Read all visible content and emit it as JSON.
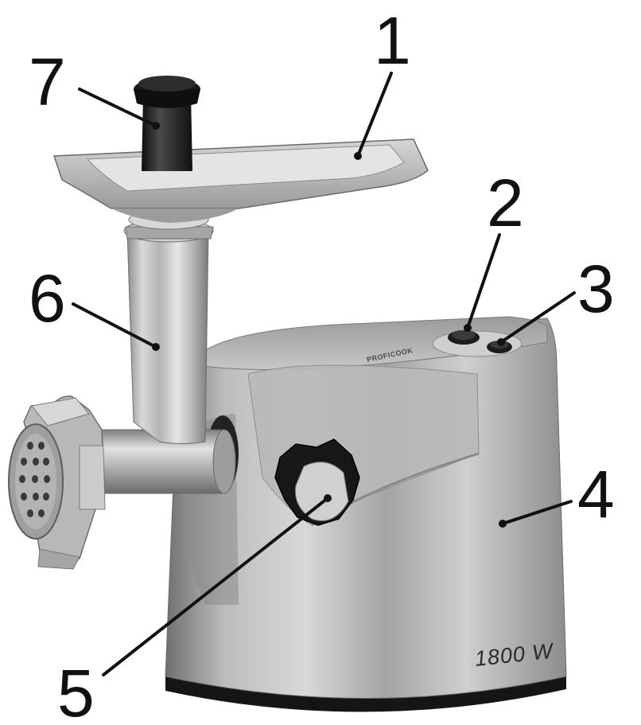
{
  "diagram": {
    "device_label": {
      "rating": "1800 W",
      "brand": "PROFICOOK"
    },
    "callouts": [
      {
        "id": "1",
        "number": "1"
      },
      {
        "id": "2",
        "number": "2"
      },
      {
        "id": "3",
        "number": "3"
      },
      {
        "id": "4",
        "number": "4"
      },
      {
        "id": "5",
        "number": "5"
      },
      {
        "id": "6",
        "number": "6"
      },
      {
        "id": "7",
        "number": "7"
      }
    ]
  }
}
